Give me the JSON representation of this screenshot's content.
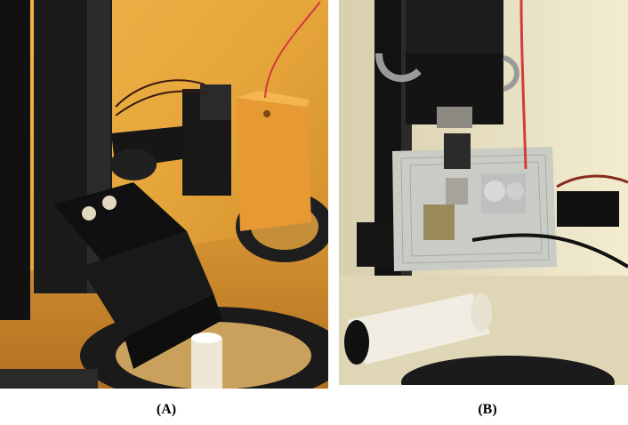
{
  "figure": {
    "panels": [
      {
        "id": "A",
        "caption": "(A)"
      },
      {
        "id": "B",
        "caption": "(B)"
      }
    ]
  },
  "colors": {
    "yellow_light": "#e7a83a",
    "yellow_dark": "#b8741a",
    "orange_block": "#e49a33",
    "black_metal": "#151515",
    "aluminum": "#c9ccc4",
    "cream_bg": "#efe7c6",
    "red_cable": "#d43b3b"
  }
}
